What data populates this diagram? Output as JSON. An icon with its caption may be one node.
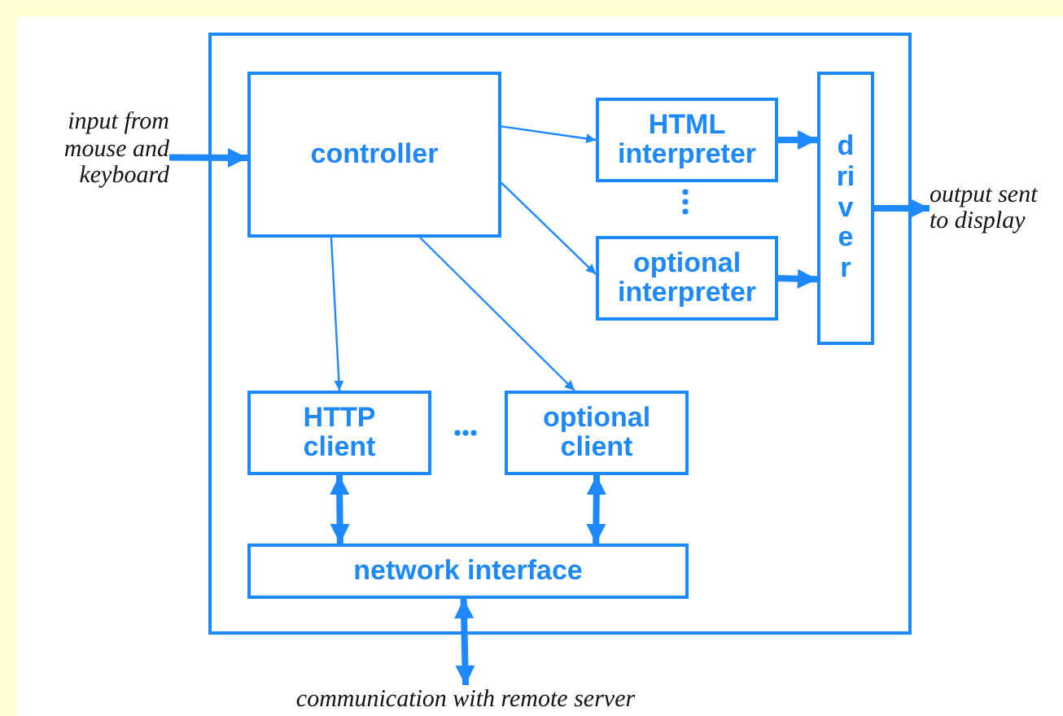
{
  "diagram": {
    "nodes": [
      {
        "text": [],
        "shape": "box"
      },
      {
        "text": [
          "input from mouse and keyboard"
        ]
      },
      {
        "text": [
          "controller"
        ],
        "in": 0
      },
      {
        "text": [
          "HTML interpreter"
        ],
        "in": 0
      },
      {
        "text": [
          "optional interpreter"
        ],
        "in": 0
      },
      {
        "text": [
          "driver"
        ],
        "in": 0
      },
      {
        "text": [
          "output sent to display"
        ]
      },
      {
        "text": [
          "HTTP client"
        ],
        "in": 0
      },
      {
        "text": [
          "optional client"
        ],
        "in": 0
      },
      {
        "text": [
          "network interface"
        ],
        "in": 0
      },
      {
        "text": [
          "communication with remote server"
        ]
      }
    ],
    "edges": [
      {
        "from": 1,
        "to": 2,
        "arrow": "to"
      },
      {
        "from": 2,
        "to": 3,
        "arrow": "to"
      },
      {
        "from": 2,
        "to": 4,
        "arrow": "to"
      },
      {
        "from": 3,
        "to": 5,
        "arrow": "to"
      },
      {
        "from": 4,
        "to": 5,
        "arrow": "to"
      },
      {
        "from": 5,
        "to": 6,
        "arrow": "to"
      },
      {
        "from": 2,
        "to": 7,
        "arrow": "to"
      },
      {
        "from": 2,
        "to": 8,
        "arrow": "to"
      },
      {
        "from": 7,
        "to": 9,
        "arrow": "both"
      },
      {
        "from": 8,
        "to": 9,
        "arrow": "both"
      },
      {
        "from": 9,
        "to": 10,
        "arrow": "both"
      }
    ]
  }
}
